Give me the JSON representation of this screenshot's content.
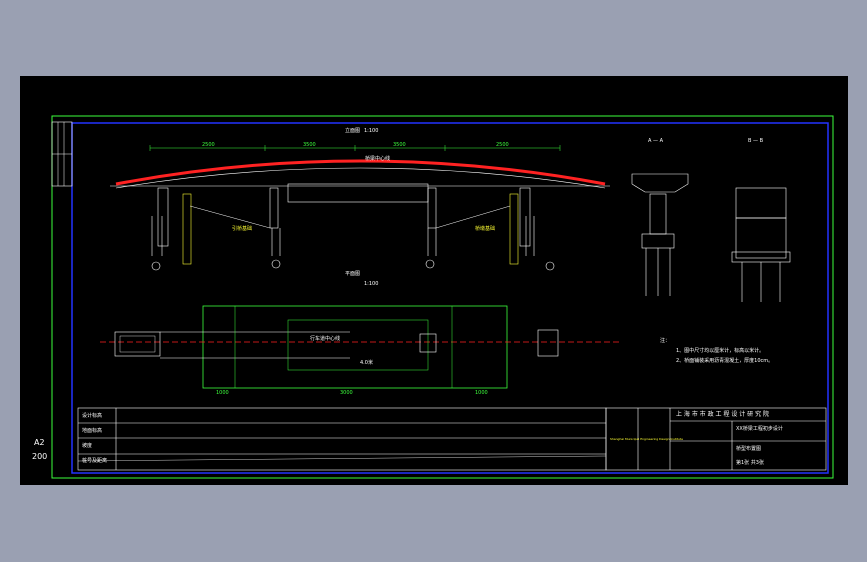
{
  "sheet": {
    "size": "A2",
    "scale": "200"
  },
  "titles": {
    "elevation_label": "立面图",
    "plan_label": "平面图",
    "section_a": "A — A",
    "section_b": "B — B"
  },
  "scale_note": "1:100",
  "dims_top": [
    "2500",
    "3500",
    "3500",
    "2500"
  ],
  "elev_labels": {
    "center_span": "桥梁中心线",
    "pier_left": "引桥基础",
    "pier_right": "桥墩基础"
  },
  "plan_labels": {
    "lane": "行车道中心线",
    "width": "4.0米",
    "left_dim": "1000",
    "mid_dim": "3000",
    "right_dim": "1000"
  },
  "notes": {
    "heading": "注：",
    "line1": "1、图中尺寸均以厘米计，标高以米计。",
    "line2": "2、桥面铺装采用沥青混凝土，厚度10cm。"
  },
  "table_rows": [
    "设计标高",
    "地面标高",
    "坡度",
    "桩号及距离"
  ],
  "title_block": {
    "company": "上 海 市 市 政 工 程 设 计 研 究 院",
    "company_en": "Shanghai Municipal Engineering Design Institute",
    "project": "XX桥梁工程初步设计",
    "drawing": "桥型布置图",
    "sheet_no": "第1张 共3张"
  },
  "colors": {
    "background": "#000000",
    "frame": "#3cff3c",
    "inner_frame": "#2233ff",
    "deck": "#ff2222",
    "page": "#9aa0b2"
  }
}
